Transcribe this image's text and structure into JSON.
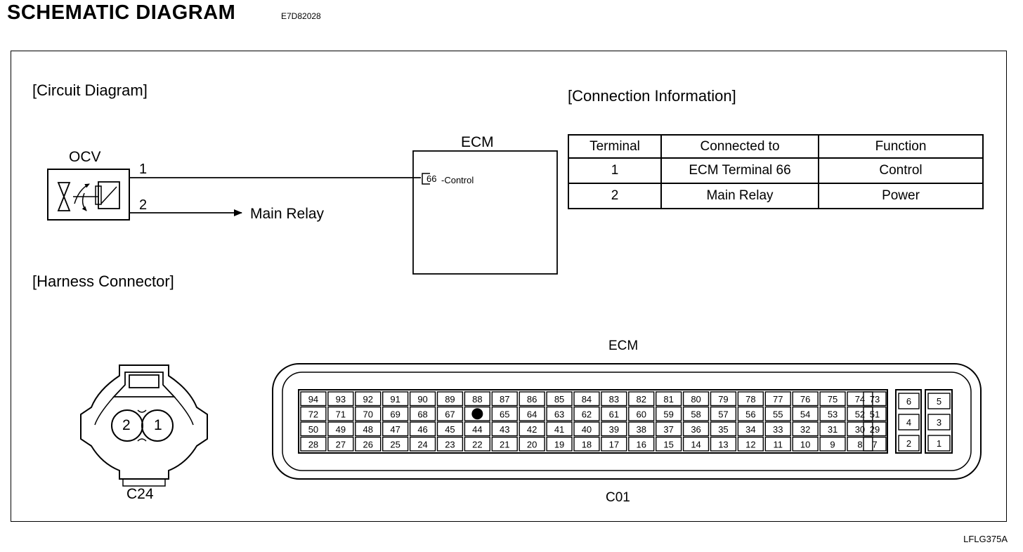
{
  "header": {
    "title": "SCHEMATIC DIAGRAM",
    "code": "E7D82028"
  },
  "footer": {
    "code": "LFLG375A"
  },
  "circuit": {
    "title": "[Circuit Diagram]",
    "ocv_label": "OCV",
    "pin1": "1",
    "pin2": "2",
    "main_relay": "Main Relay",
    "ecm_label": "ECM",
    "ecm_terminal": "66",
    "ecm_terminal_name": "-Control"
  },
  "connection": {
    "title": "[Connection Information]",
    "headers": [
      "Terminal",
      "Connected to",
      "Function"
    ],
    "rows": [
      [
        "1",
        "ECM Terminal 66",
        "Control"
      ],
      [
        "2",
        "Main Relay",
        "Power"
      ]
    ]
  },
  "harness": {
    "title": "[Harness Connector]",
    "c24": {
      "label": "C24",
      "pins": [
        "2",
        "1"
      ]
    },
    "ecm": {
      "title": "ECM",
      "label": "C01",
      "main_rows": [
        [
          "94",
          "93",
          "92",
          "91",
          "90",
          "89",
          "88",
          "87",
          "86",
          "85",
          "84",
          "83",
          "82",
          "81",
          "80",
          "79",
          "78",
          "77",
          "76",
          "75",
          "74"
        ],
        [
          "72",
          "71",
          "70",
          "69",
          "68",
          "67",
          "",
          "65",
          "64",
          "63",
          "62",
          "61",
          "60",
          "59",
          "58",
          "57",
          "56",
          "55",
          "54",
          "53",
          "52"
        ],
        [
          "50",
          "49",
          "48",
          "47",
          "46",
          "45",
          "44",
          "43",
          "42",
          "41",
          "40",
          "39",
          "38",
          "37",
          "36",
          "35",
          "34",
          "33",
          "32",
          "31",
          "30"
        ],
        [
          "28",
          "27",
          "26",
          "25",
          "24",
          "23",
          "22",
          "21",
          "20",
          "19",
          "18",
          "17",
          "16",
          "15",
          "14",
          "13",
          "12",
          "11",
          "10",
          "9",
          "8"
        ]
      ],
      "side_column": [
        "73",
        "51",
        "29",
        "7"
      ],
      "aux_left": [
        "6",
        "4",
        "2"
      ],
      "aux_right": [
        "5",
        "3",
        "1"
      ],
      "highlighted_pin": "66"
    }
  }
}
